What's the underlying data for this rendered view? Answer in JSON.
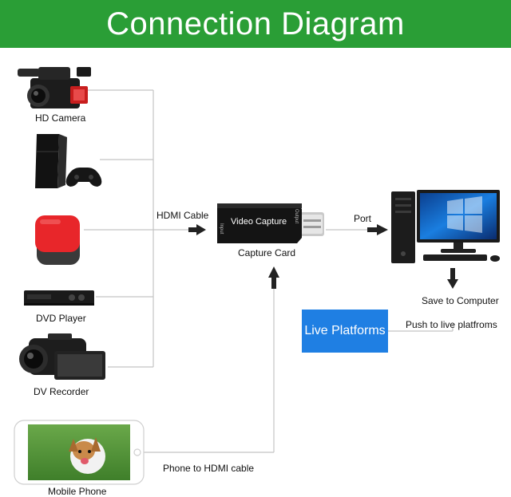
{
  "header": {
    "title": "Connection Diagram"
  },
  "devices": {
    "hd_camera": "HD Camera",
    "dvd_player": "DVD Player",
    "dv_recorder": "DV Recorder",
    "mobile_phone": "Mobile Phone"
  },
  "capture_card": {
    "label": "Capture Card",
    "body_text": "Video Capture",
    "port_in": "Input",
    "port_out": "Output"
  },
  "connections": {
    "hdmi_cable": "HDMI Cable",
    "port": "Port",
    "phone_cable": "Phone to HDMI cable",
    "save_to_computer": "Save to Computer",
    "push_to_live": "Push to live platfroms"
  },
  "live_platforms": {
    "label": "Live Platforms"
  },
  "colors": {
    "header_green": "#2a9e36",
    "live_blue": "#1f7fe3",
    "line_gray": "#c4c4c4",
    "arrow_dark": "#222222"
  }
}
